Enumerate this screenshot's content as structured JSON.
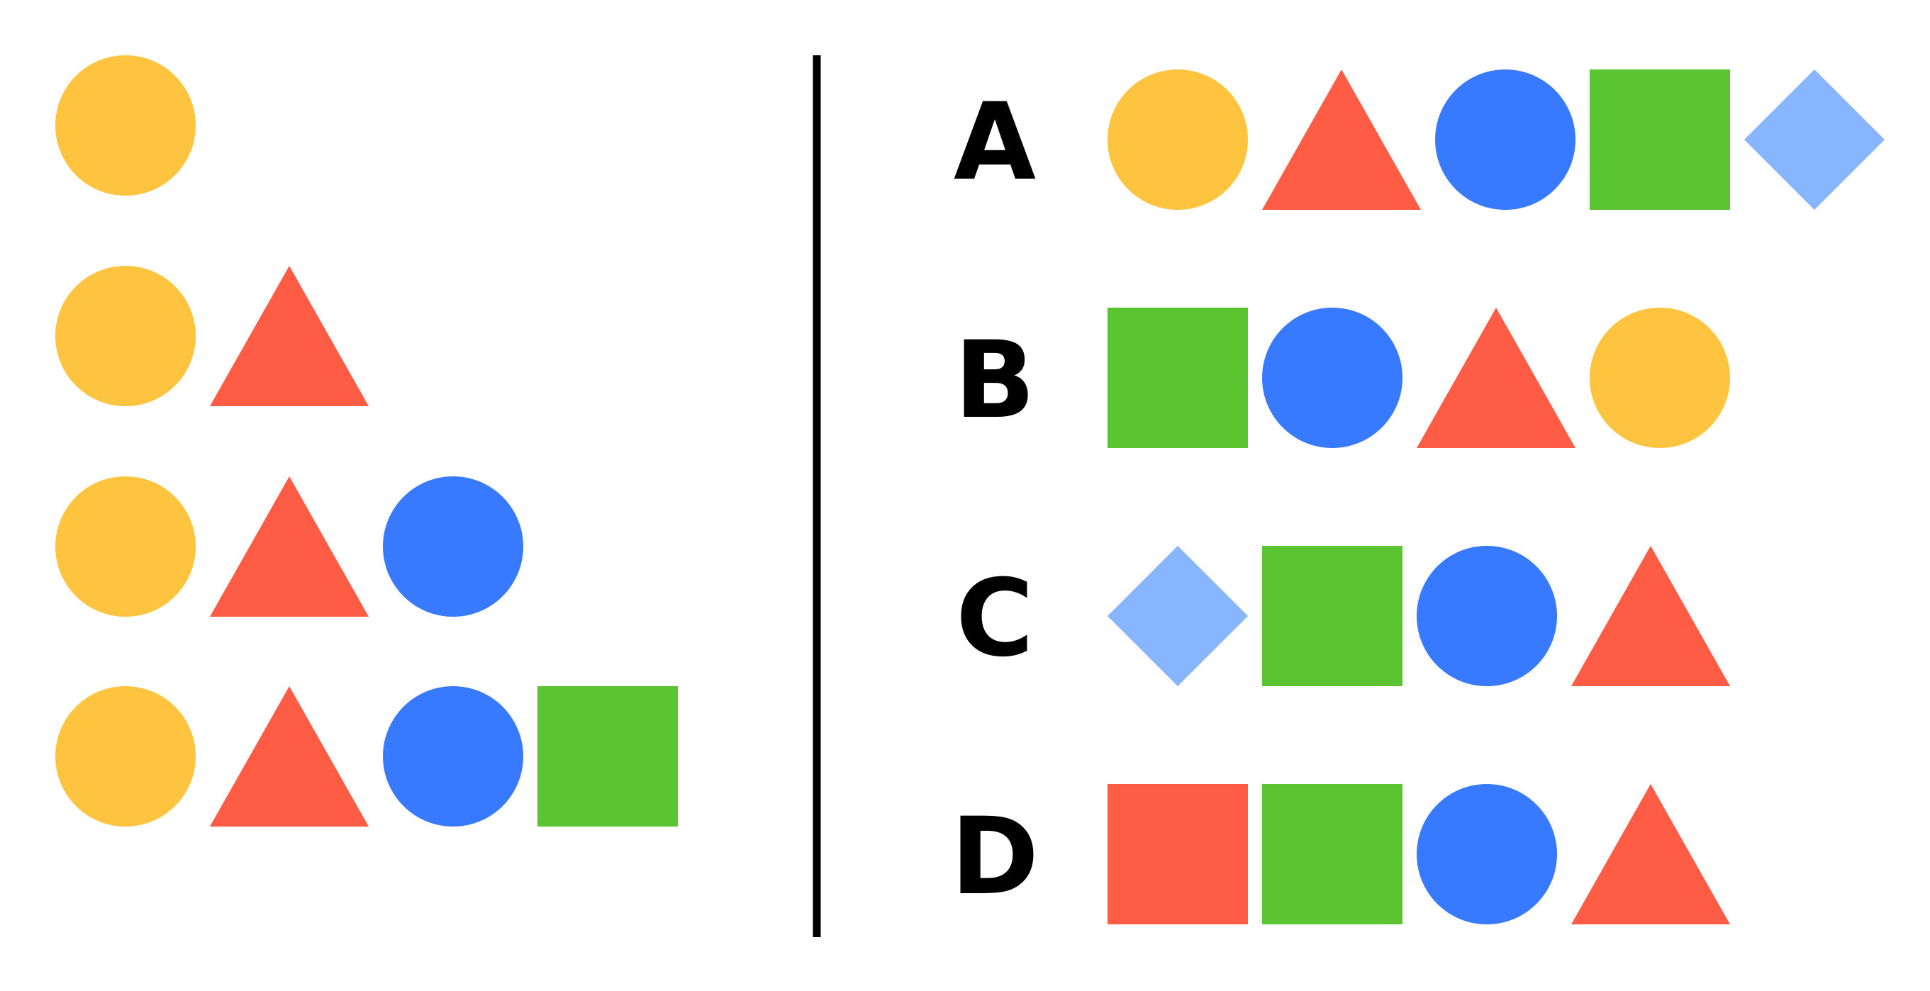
{
  "colors": {
    "yellow": "#FFC43F",
    "red": "#FF5C45",
    "blue": "#3779FF",
    "green": "#5AC431",
    "light_blue": "#87B5FF",
    "divider": "#000000",
    "label": "#000000"
  },
  "sequence": [
    [
      "yellow-circle"
    ],
    [
      "yellow-circle",
      "red-triangle"
    ],
    [
      "yellow-circle",
      "red-triangle",
      "blue-circle"
    ],
    [
      "yellow-circle",
      "red-triangle",
      "blue-circle",
      "green-square"
    ]
  ],
  "options": [
    {
      "label": "A",
      "shapes": [
        "yellow-circle",
        "red-triangle",
        "blue-circle",
        "green-square",
        "lightblue-diamond"
      ]
    },
    {
      "label": "B",
      "shapes": [
        "green-square",
        "blue-circle",
        "red-triangle",
        "yellow-circle"
      ]
    },
    {
      "label": "C",
      "shapes": [
        "lightblue-diamond",
        "green-square",
        "blue-circle",
        "red-triangle"
      ]
    },
    {
      "label": "D",
      "shapes": [
        "red-square",
        "green-square",
        "blue-circle",
        "red-triangle"
      ]
    }
  ]
}
